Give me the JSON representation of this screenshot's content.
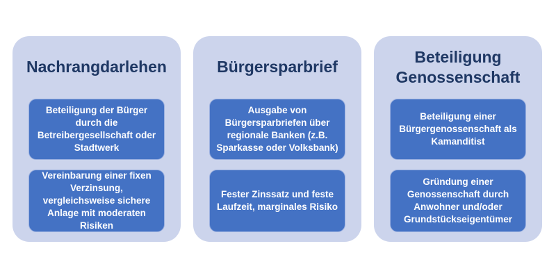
{
  "diagram": {
    "columns": [
      {
        "title": "Nachrangdarlehen",
        "boxes": [
          "Beteiligung der Bürger durch die Betreibergesellschaft oder Stadtwerk",
          "Vereinbarung einer fixen Verzinsung, vergleichsweise sichere Anlage mit moderaten Risiken"
        ]
      },
      {
        "title": "Bürgersparbrief",
        "boxes": [
          "Ausgabe von Bürgersparbriefen über regionale Banken (z.B. Sparkasse oder Volksbank)",
          "Fester Zinssatz und feste Laufzeit, marginales Risiko"
        ]
      },
      {
        "title": "Beteiligung Genossenschaft",
        "boxes": [
          "Beteiligung einer Bürgergenossenschaft als Kamanditist",
          "Gründung einer Genossenschaft durch Anwohner und/oder Grundstückseigentümer"
        ]
      }
    ],
    "colors": {
      "panel_bg": "#ccd4ec",
      "box_bg": "#4472c4",
      "box_border": "#9bb0e0",
      "title_text": "#1f3864",
      "box_text": "#fdfdfe",
      "page_bg": "#ffffff"
    }
  }
}
